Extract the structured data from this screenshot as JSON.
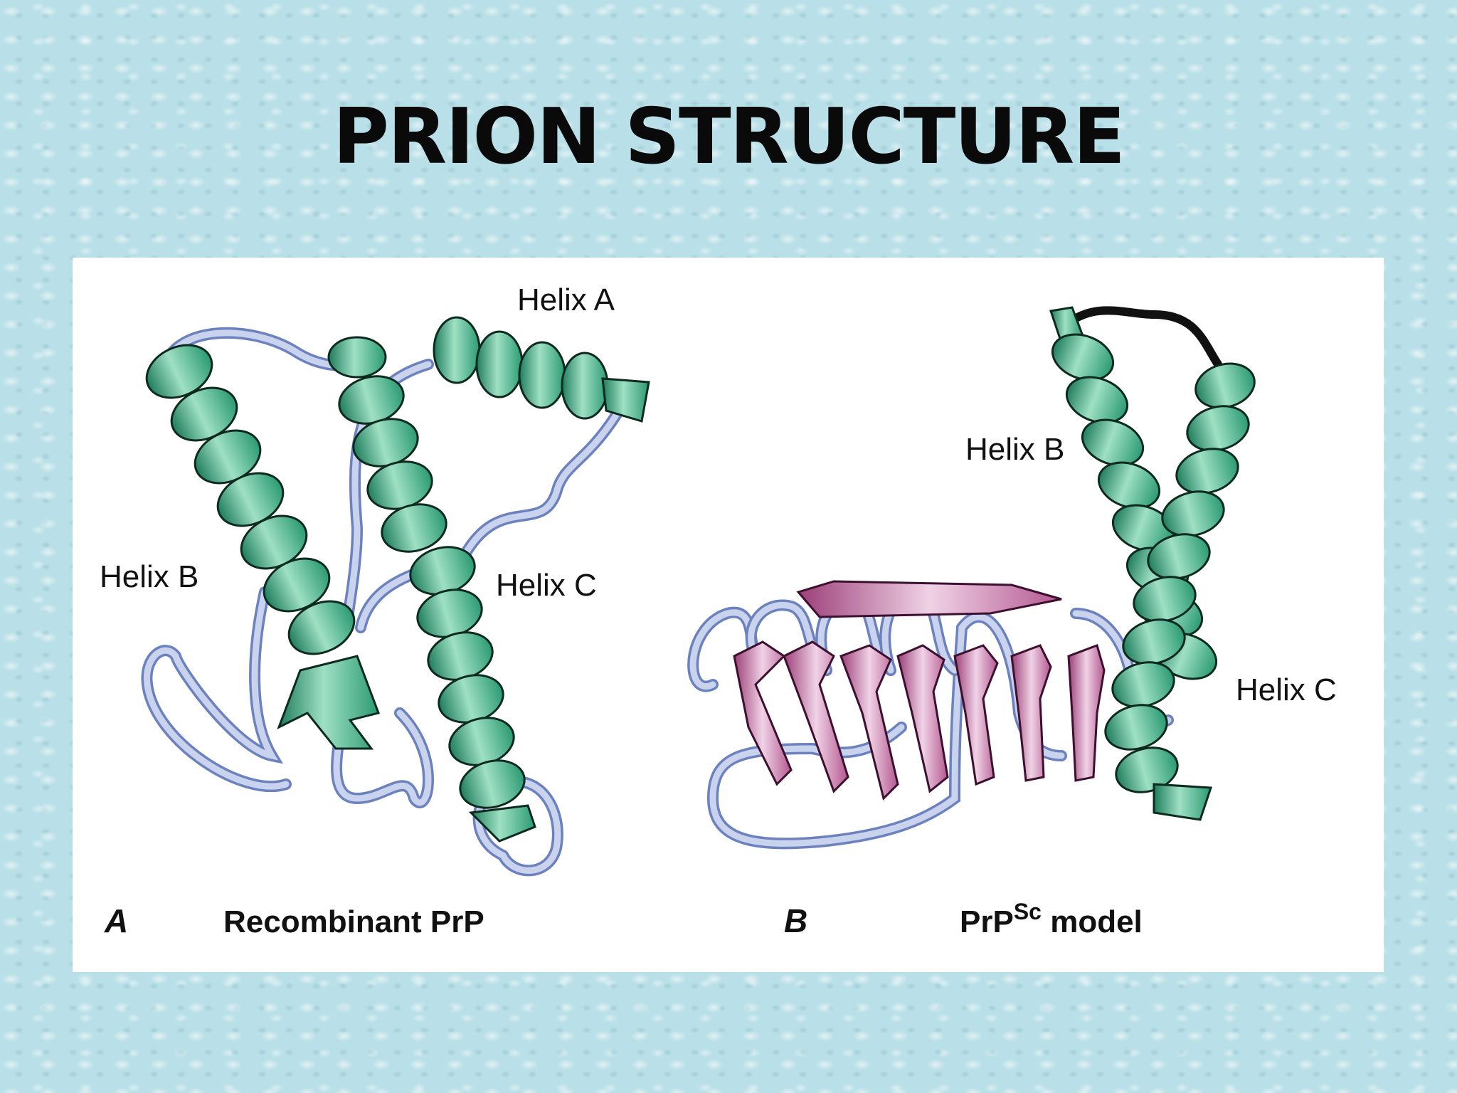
{
  "slide": {
    "title": "PRION STRUCTURE"
  },
  "figure": {
    "panel_a": {
      "letter": "A",
      "caption": "Recombinant PrP",
      "labels": {
        "helix_a": "Helix A",
        "helix_b": "Helix B",
        "helix_c": "Helix C"
      }
    },
    "panel_b": {
      "letter": "B",
      "caption_main": "PrP",
      "caption_sup": "Sc",
      "caption_tail": " model",
      "labels": {
        "helix_b": "Helix B",
        "helix_c": "Helix C"
      }
    }
  },
  "colors": {
    "helix": "#2a9a72",
    "helix_light": "#9fe0c4",
    "coil": "#8fa2d2",
    "coil_light": "#c9d3ee",
    "sheet": "#b3588f",
    "sheet_light": "#f0d2e6",
    "linker": "#111111",
    "background": "#b9e0e8"
  }
}
